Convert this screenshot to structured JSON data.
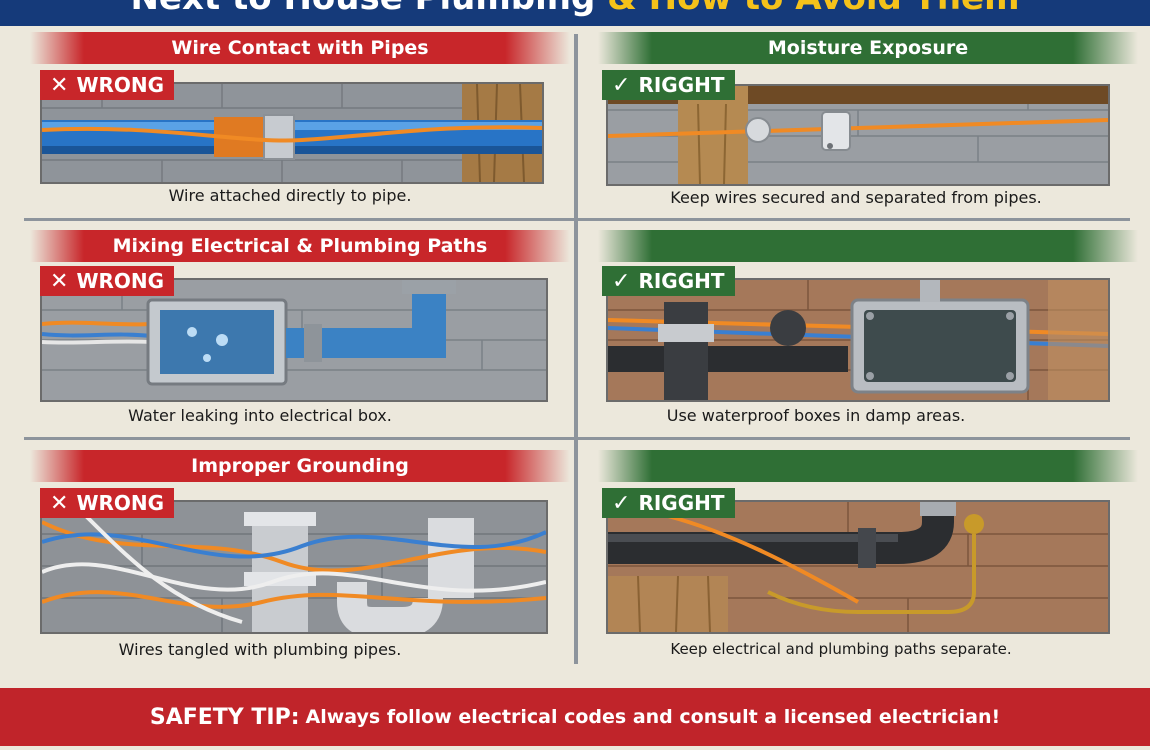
{
  "header": {
    "title_main": "Next to House Plumbing",
    "title_highlight": " & How to Avoid Them"
  },
  "panels": {
    "wire_contact": {
      "title": "Wire Contact with Pipes",
      "badge": "WRONG",
      "caption": "Wire attached directly to pipe."
    },
    "moisture": {
      "title": "Moisture Exposure",
      "badge": "RIGGHT",
      "caption": "Keep wires secured and separated from pipes."
    },
    "mixing_paths": {
      "title": "Mixing Electrical & Plumbing Paths",
      "badge": "WRONG",
      "caption": "Water leaking into electrical box."
    },
    "waterproof": {
      "badge": "RIGGHT",
      "caption": "Use waterproof boxes in damp areas."
    },
    "grounding": {
      "title": "Improper Grounding",
      "badge": "WRONG",
      "caption": "Wires tangled with plumbing pipes."
    },
    "separate": {
      "badge": "RIGGHT",
      "caption": "Keep electrical and plumbing paths separate."
    }
  },
  "footer": {
    "label": "SAFETY TIP:",
    "text": "Always follow electrical codes and consult a licensed electrician!"
  },
  "colors": {
    "wrong": "#c8262a",
    "right": "#2f6f35",
    "header": "#153a7a",
    "header_highlight": "#f5c21a"
  },
  "icons": {
    "wrong": "x-icon",
    "right": "check-icon"
  }
}
